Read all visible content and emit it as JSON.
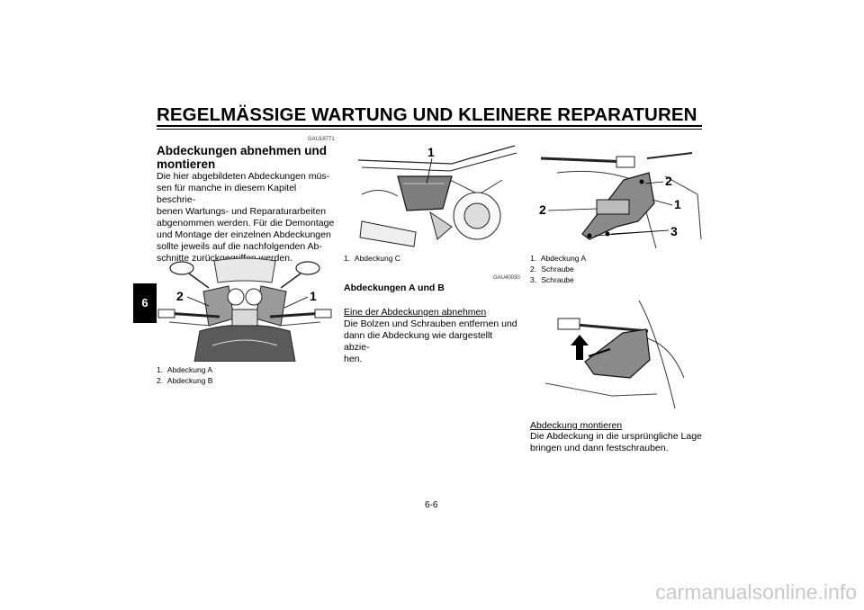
{
  "header": {
    "title": "REGELMÄSSIGE WARTUNG UND KLEINERE REPARATUREN"
  },
  "tab": {
    "label": "6"
  },
  "col1": {
    "code": "GAU18771",
    "heading": "Abdeckungen abnehmen und montieren",
    "paragraph_lines": [
      "Die hier abgebildeten Abdeckungen müs-",
      "sen für manche in diesem Kapitel beschrie-",
      "benen Wartungs- und Reparaturarbeiten",
      "abgenommen werden. Für die Demontage",
      "und Montage der einzelnen Abdeckungen",
      "sollte jeweils auf die nachfolgenden Ab-",
      "schnitte zurückgegriffen werden."
    ],
    "figure": {
      "callouts": [
        "2",
        "1"
      ]
    },
    "legend": [
      {
        "num": "1.",
        "text": "Abdeckung A"
      },
      {
        "num": "2.",
        "text": "Abdeckung B"
      }
    ]
  },
  "col2": {
    "figure": {
      "callouts": [
        "1"
      ]
    },
    "legend": [
      {
        "num": "1.",
        "text": "Abdeckung C"
      }
    ],
    "code": "GAU40030",
    "heading": "Abdeckungen A und B",
    "subheading": "Eine der Abdeckungen abnehmen",
    "paragraph_lines": [
      "Die Bolzen und Schrauben entfernen und",
      "dann die Abdeckung wie dargestellt abzie-",
      "hen."
    ]
  },
  "col3": {
    "figure1": {
      "callouts": [
        "2",
        "1",
        "2",
        "3"
      ]
    },
    "legend": [
      {
        "num": "1.",
        "text": "Abdeckung A"
      },
      {
        "num": "2.",
        "text": "Schraube"
      },
      {
        "num": "3.",
        "text": "Schraube"
      }
    ],
    "subheading": "Abdeckung montieren",
    "paragraph_lines": [
      "Die Abdeckung in die ursprüngliche Lage",
      "bringen und dann festschrauben."
    ]
  },
  "footer": {
    "page_number": "6-6"
  },
  "watermark": {
    "text": "carmanualsonline.info"
  }
}
